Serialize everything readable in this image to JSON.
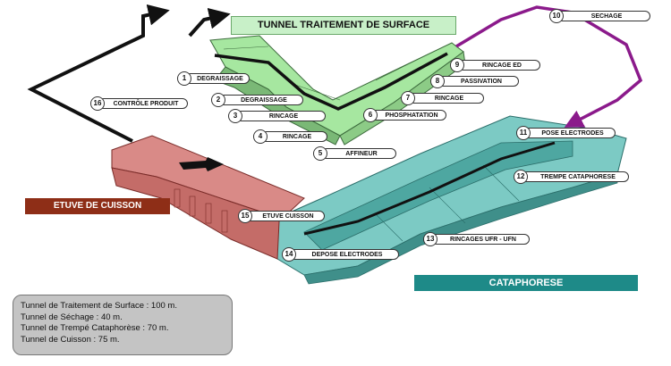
{
  "banners": {
    "tunnel": "TUNNEL TRAITEMENT DE SURFACE",
    "etuve": "ETUVE DE CUISSON",
    "cataphorese": "CATAPHORESE"
  },
  "stations": [
    {
      "num": "1",
      "label": "DEGRAISSAGE"
    },
    {
      "num": "2",
      "label": "DEGRAISSAGE"
    },
    {
      "num": "3",
      "label": "RINCAGE"
    },
    {
      "num": "4",
      "label": "RINCAGE"
    },
    {
      "num": "5",
      "label": "AFFINEUR"
    },
    {
      "num": "6",
      "label": "PHOSPHATATION"
    },
    {
      "num": "7",
      "label": "RINCAGE"
    },
    {
      "num": "8",
      "label": "PASSIVATION"
    },
    {
      "num": "9",
      "label": "RINCAGE ED"
    },
    {
      "num": "10",
      "label": "SECHAGE"
    },
    {
      "num": "11",
      "label": "POSE ELECTRODES"
    },
    {
      "num": "12",
      "label": "TREMPE CATAPHORESE"
    },
    {
      "num": "13",
      "label": "RINCAGES UFR - UFN"
    },
    {
      "num": "14",
      "label": "DEPOSE   ELECTRODES"
    },
    {
      "num": "15",
      "label": "ETUVE CUISSON"
    },
    {
      "num": "16",
      "label": "CONTRÔLE PRODUIT"
    }
  ],
  "legend": [
    "Tunnel de Traitement de Surface : 100 m.",
    "Tunnel de Séchage : 40 m.",
    "Tunnel de Trempé Cataphorèse : 70 m.",
    "Tunnel de Cuisson : 75 m."
  ],
  "colors": {
    "tunnel": "#a6e7a0",
    "etuve": "#d98a87",
    "cataphorese": "#7ccac4",
    "conveyor_black": "#111111",
    "conveyor_drying": "#8b1a8b"
  }
}
